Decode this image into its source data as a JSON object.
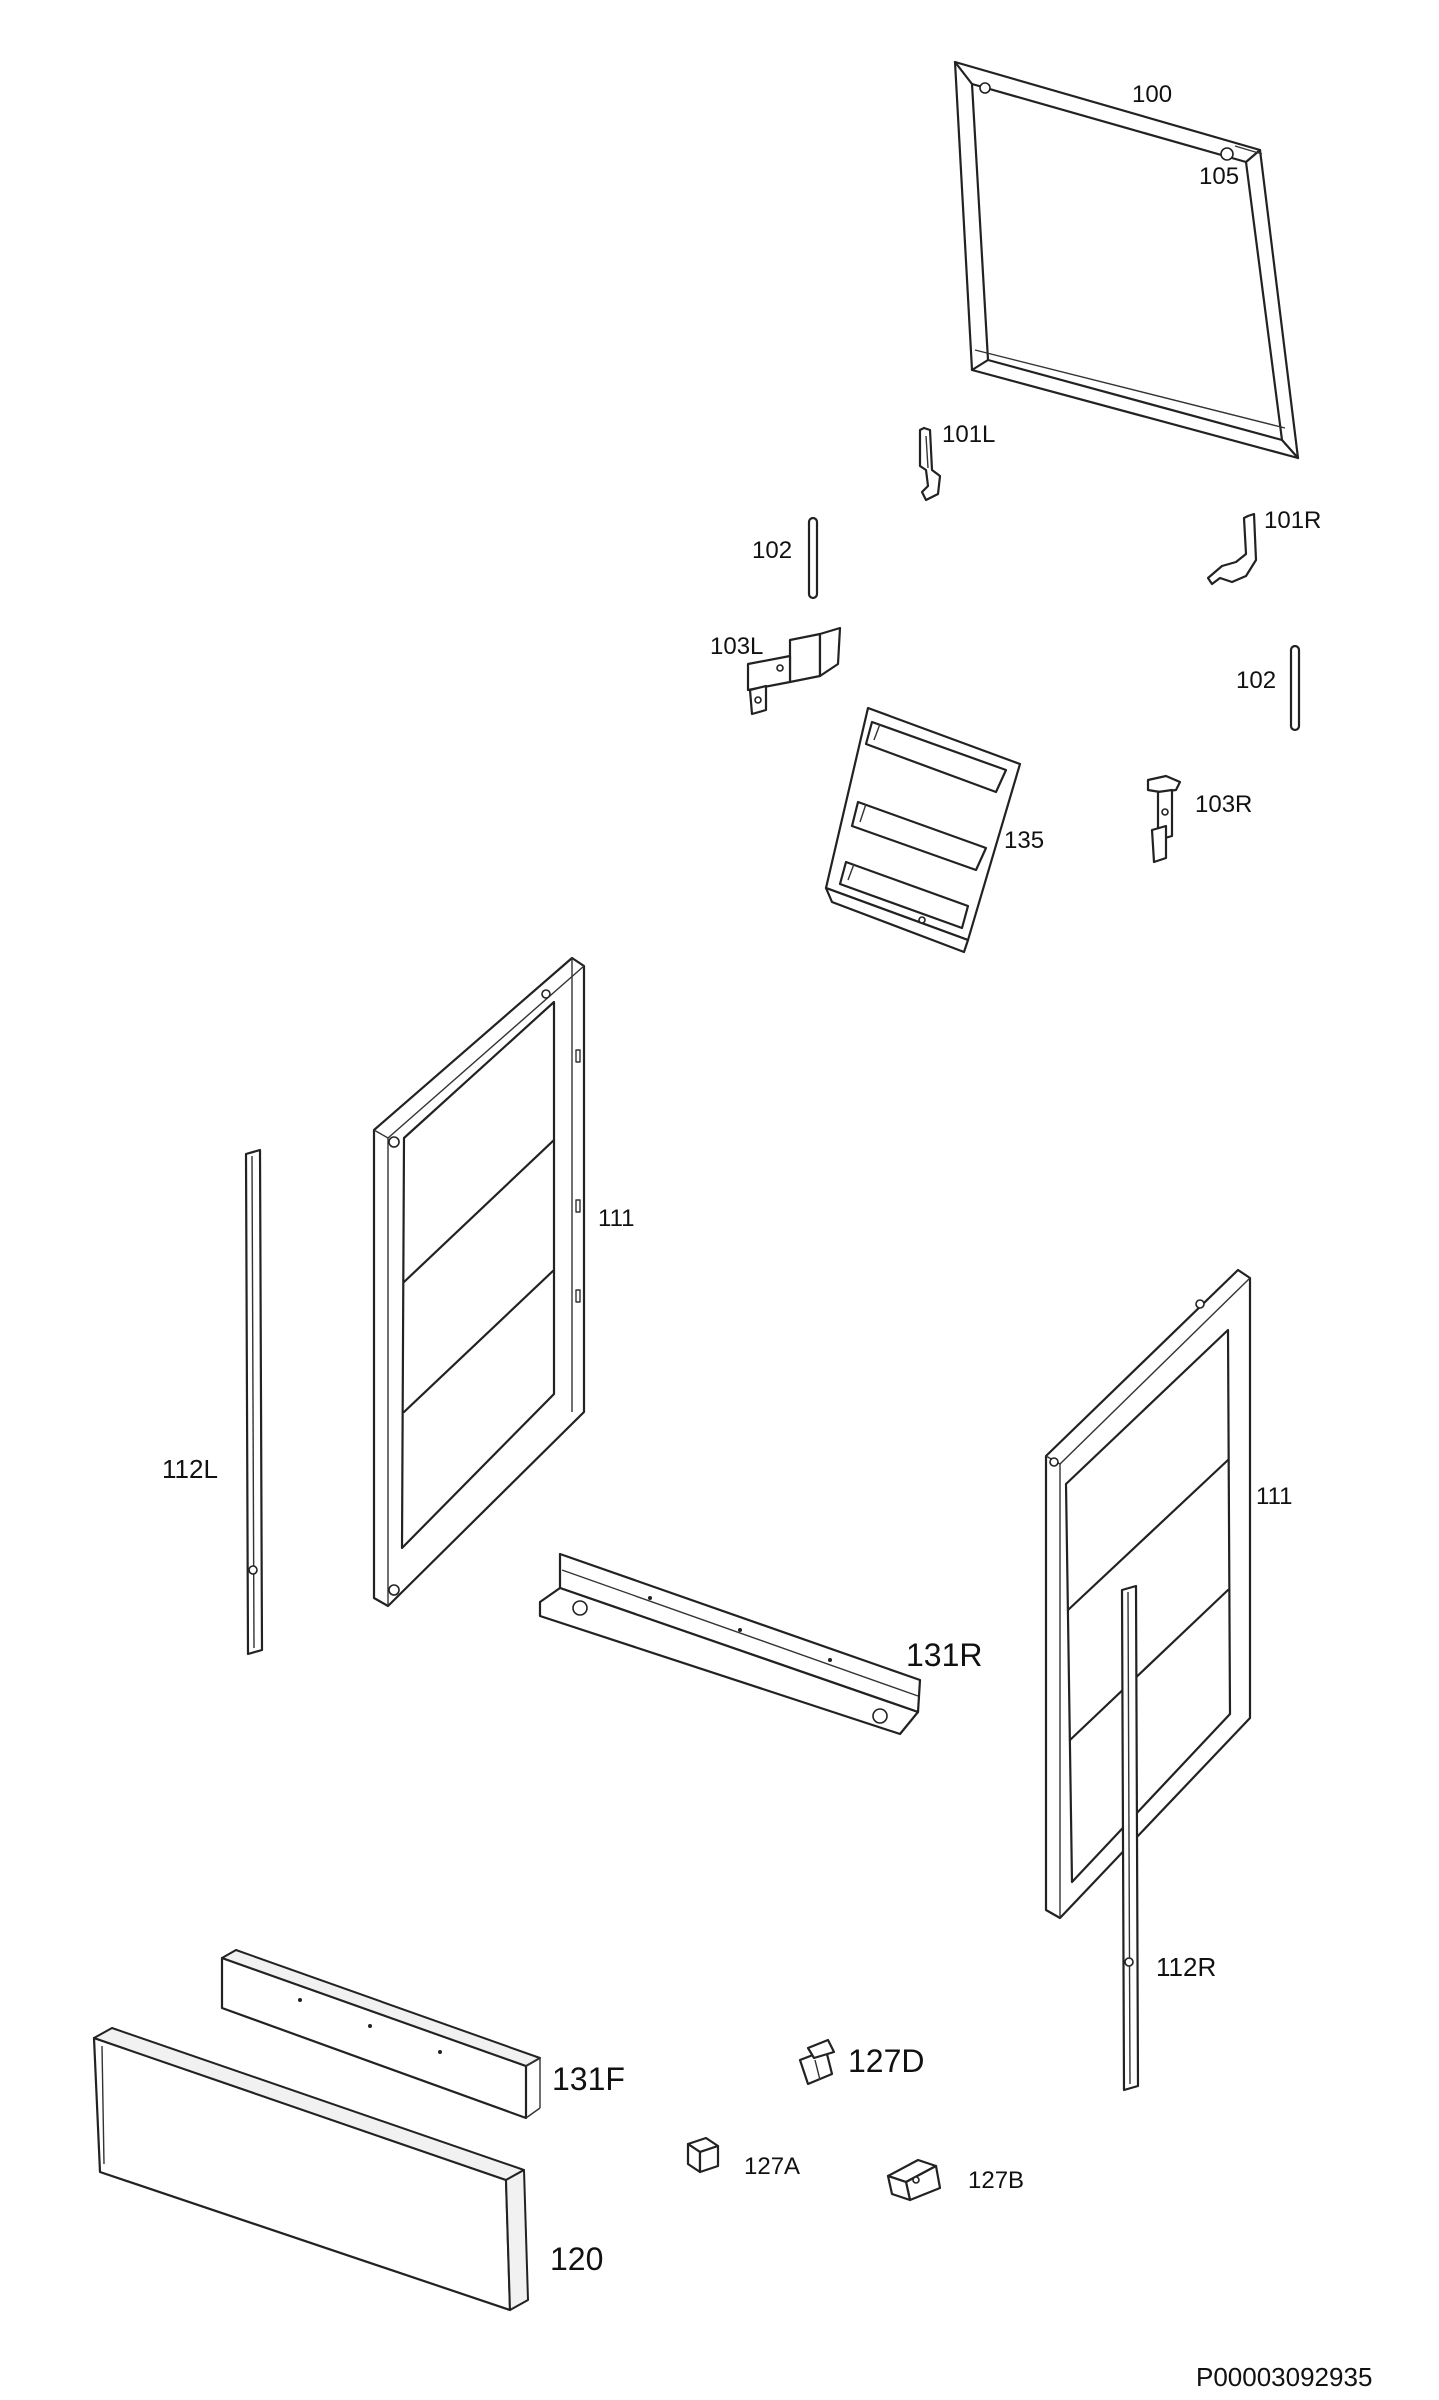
{
  "labels": {
    "p100": "100",
    "p105": "105",
    "p101L": "101L",
    "p101R": "101R",
    "p102a": "102",
    "p102b": "102",
    "p103L": "103L",
    "p103R": "103R",
    "p135": "135",
    "p111a": "111",
    "p111b": "111",
    "p112L": "112L",
    "p112R": "112R",
    "p131R": "131R",
    "p131F": "131F",
    "p120": "120",
    "p127A": "127A",
    "p127B": "127B",
    "p127D": "127D"
  },
  "document_id": "P00003092935"
}
